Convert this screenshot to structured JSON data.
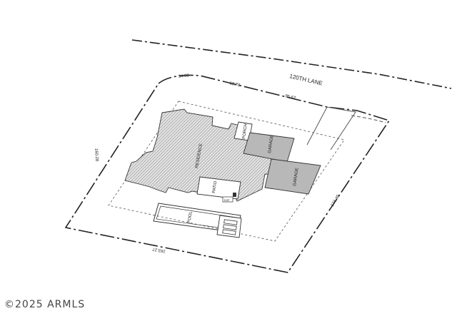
{
  "street": {
    "name": "120TH LANE"
  },
  "dimensions": {
    "curve_a": "34.60",
    "curve_b": "12.78",
    "front": "95.67",
    "left": "160.28",
    "right": "174.40",
    "rear": "163.27"
  },
  "rooms": {
    "residence": "RESIDENCE",
    "porch": "PORCH",
    "garage_upper": "GARAGE",
    "garage_lower": "GARAGE",
    "patio": "PATIO",
    "pool": "POOL",
    "equipment": "EQP"
  },
  "watermark": "©2025 ARMLS"
}
